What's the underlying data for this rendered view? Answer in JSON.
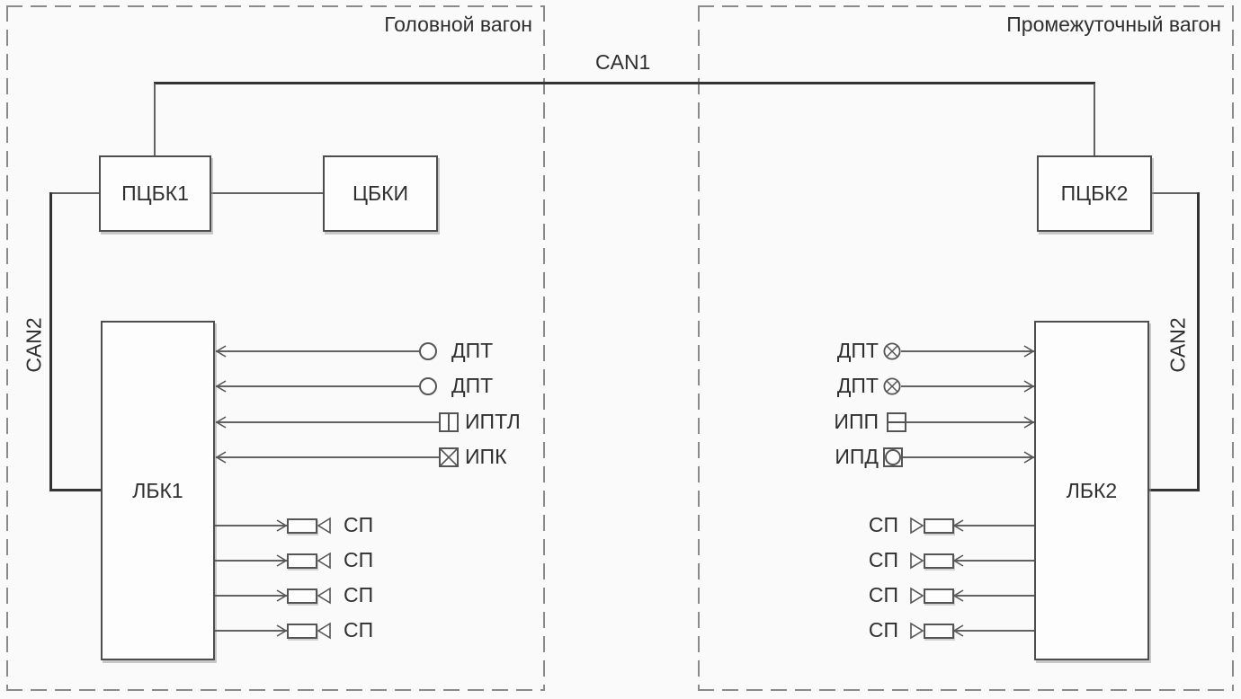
{
  "regions": {
    "left": {
      "title": "Головной вагон"
    },
    "right": {
      "title": "Промежуточный вагон"
    }
  },
  "buses": {
    "can1": "CAN1",
    "can2_left": "CAN2",
    "can2_right": "CAN2"
  },
  "blocks": {
    "pcbk1": "ПЦБК1",
    "cbki": "ЦБКИ",
    "pcbk2": "ПЦБК2",
    "lbk1": "ЛБК1",
    "lbk2": "ЛБК2"
  },
  "sensors": {
    "left": [
      {
        "label": "ДПТ",
        "symbol": "circle"
      },
      {
        "label": "ДПТ",
        "symbol": "circle"
      },
      {
        "label": "ИПТЛ",
        "symbol": "square-vline"
      },
      {
        "label": "ИПК",
        "symbol": "square-x"
      }
    ],
    "right": [
      {
        "label": "ДПТ",
        "symbol": "circle-x"
      },
      {
        "label": "ДПТ",
        "symbol": "circle-x"
      },
      {
        "label": "ИПП",
        "symbol": "square-hline"
      },
      {
        "label": "ИПД",
        "symbol": "square-circle"
      }
    ]
  },
  "annunciators": {
    "left": [
      "СП",
      "СП",
      "СП",
      "СП"
    ],
    "right": [
      "СП",
      "СП",
      "СП",
      "СП"
    ]
  },
  "colors": {
    "background": "#fafafa",
    "thin_line": "#616161",
    "bus_line": "#333333",
    "dashed_border": "#8a8a8a",
    "text": "#2f2f2f",
    "block_fill": "#fdfdfd"
  }
}
